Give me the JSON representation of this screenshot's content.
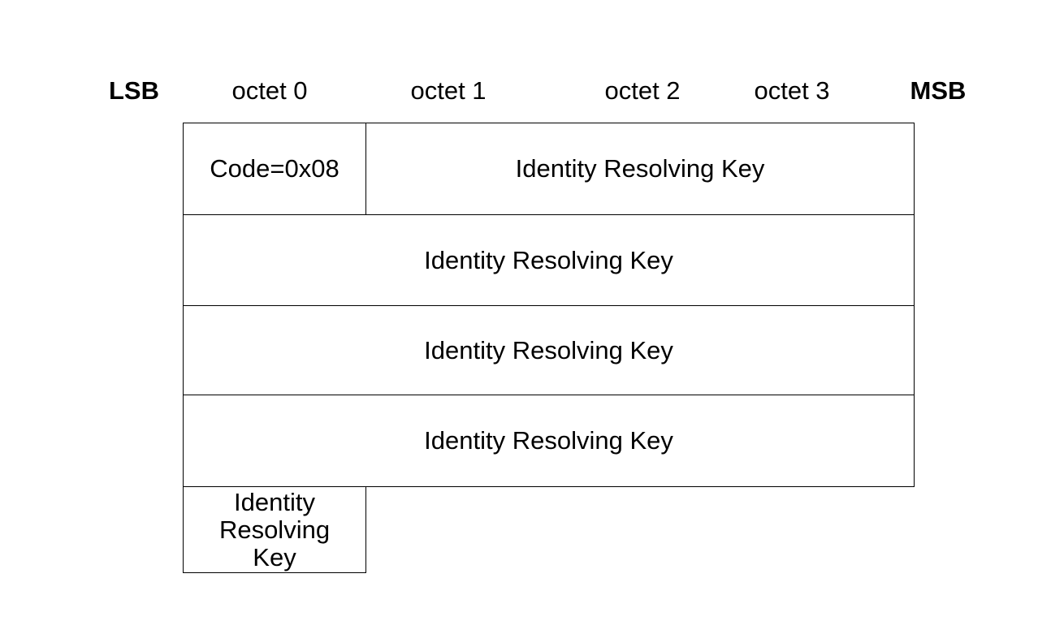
{
  "header": {
    "lsb": "LSB",
    "octet0": "octet 0",
    "octet1": "octet 1",
    "octet2": "octet 2",
    "octet3": "octet 3",
    "msb": "MSB"
  },
  "rows": [
    {
      "code": "Code=0x08",
      "key": "Identity Resolving Key"
    },
    {
      "key": "Identity Resolving Key"
    },
    {
      "key": "Identity Resolving Key"
    },
    {
      "key": "Identity Resolving Key"
    },
    {
      "key_lines": [
        "Identity",
        "Resolving",
        "Key"
      ]
    }
  ]
}
